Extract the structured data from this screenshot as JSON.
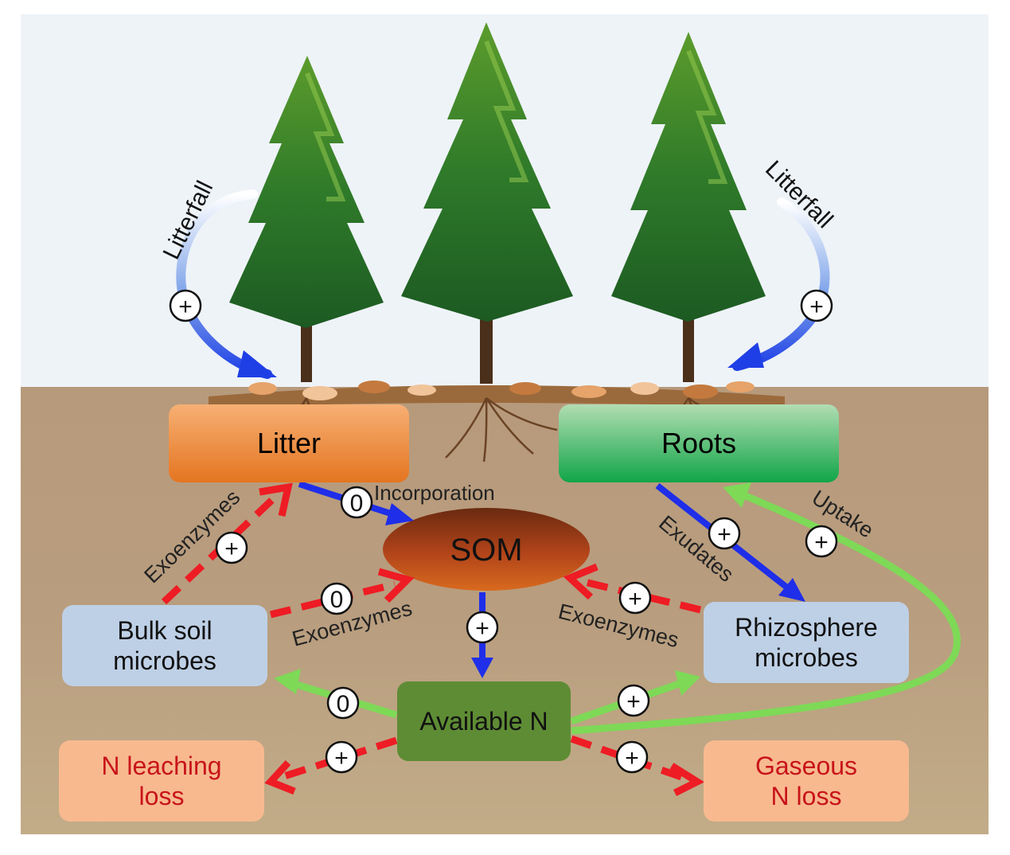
{
  "nodes": {
    "litter": "Litter",
    "roots": "Roots",
    "som": "SOM",
    "bulk_soil_microbes": [
      "Bulk soil",
      "microbes"
    ],
    "rhizosphere_microbes": [
      "Rhizosphere",
      "microbes"
    ],
    "available_n": "Available N",
    "n_leaching_loss": [
      "N leaching",
      "loss"
    ],
    "gaseous_n_loss": [
      "Gaseous",
      "N loss"
    ]
  },
  "flow_labels": {
    "litterfall_left": "Litterfall",
    "litterfall_right": "Litterfall",
    "incorporation": "Incorporation",
    "exudates": "Exudates",
    "uptake": "Uptake",
    "exoenzymes_bulk_litter": "Exoenzymes",
    "exoenzymes_bulk_som": "Exoenzymes",
    "exoenzymes_rhizo_som": "Exoenzymes"
  },
  "effect_signs": {
    "litterfall_left": "+",
    "litterfall_right": "+",
    "incorporation": "0",
    "exudates": "+",
    "uptake": "+",
    "exoenzymes_bulk_litter": "+",
    "exoenzymes_bulk_som": "0",
    "exoenzymes_rhizo_som": "+",
    "som_to_available_n": "+",
    "available_n_to_bulk": "0",
    "available_n_to_rhizo": "+",
    "leaching": "+",
    "gaseous": "+"
  },
  "legend_colors": {
    "carbon_flow": "#1f2ee8",
    "nitrogen_flow": "#7ed957",
    "enzyme_or_loss_flow": "#ee1c24",
    "sky": "#eef3f8",
    "soil": "#b89a7c"
  }
}
